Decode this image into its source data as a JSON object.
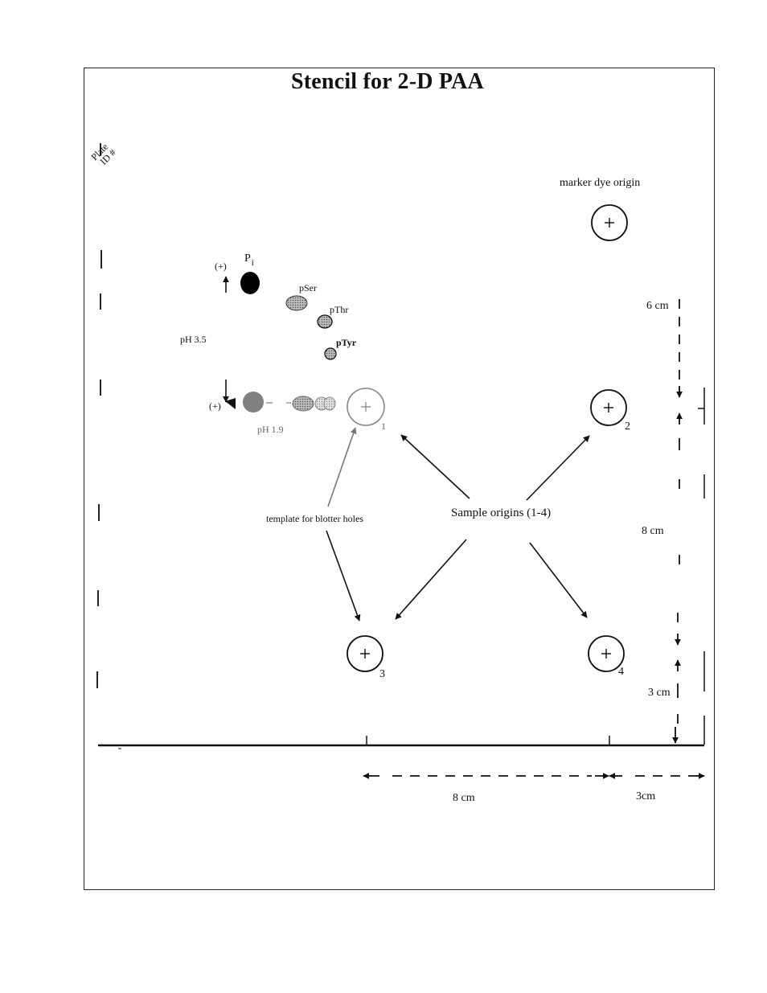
{
  "page": {
    "title": "Stencil for 2-D PAA",
    "plate_id_line1": "Plate",
    "plate_id_line2": "ID #"
  },
  "markers": {
    "marker_dye_label": "marker dye origin",
    "ph_35": "pH 3.5",
    "ph_19": "pH 1.9",
    "plus_top": "(+)",
    "plus_left": "(+)",
    "pi_main": "P",
    "pi_sub": "i",
    "pser": "pSer",
    "pthr": "pThr",
    "ptyr": "pTyr"
  },
  "origins": {
    "sample_origins_label": "Sample origins (1-4)",
    "template_label": "template for blotter holes",
    "origin_1": "1",
    "origin_2": "2",
    "origin_3": "3",
    "origin_4": "4",
    "plus_glyph": "+"
  },
  "dimensions": {
    "six_cm": "6 cm",
    "eight_cm_vertical": "8 cm",
    "three_cm_vertical": "3 cm",
    "eight_cm_horizontal": "8 cm",
    "three_cm_horizontal": "3cm"
  }
}
